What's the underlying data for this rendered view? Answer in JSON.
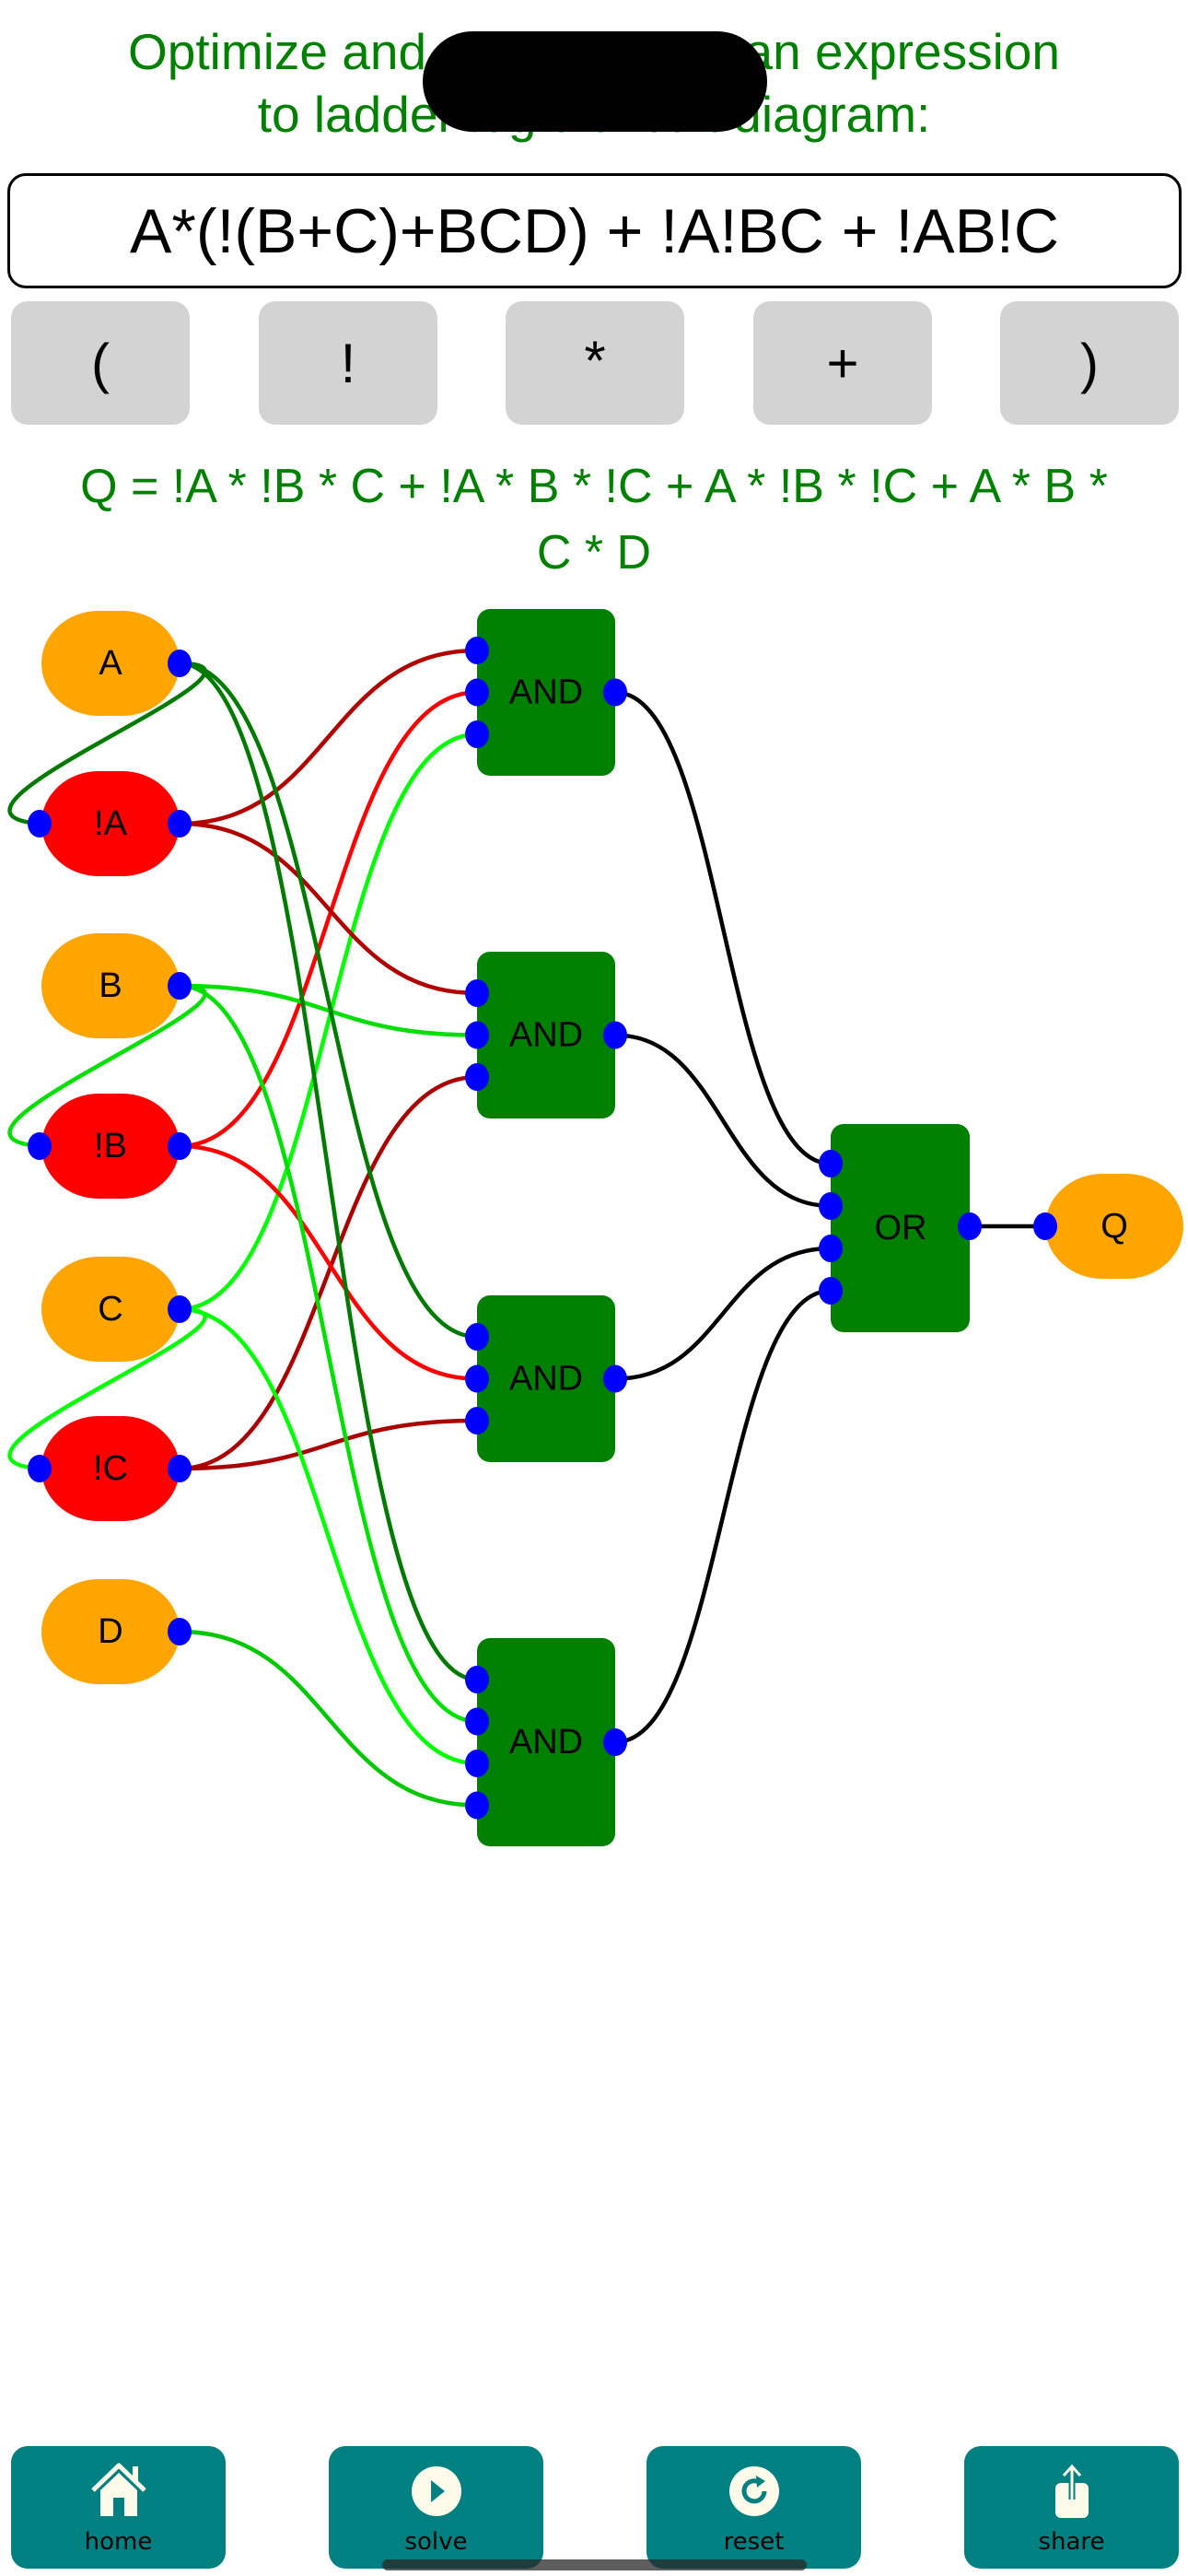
{
  "header": {
    "title_line1": "Optimize and convert boolean expression",
    "title_line2": "to ladder logic circuit diagram:"
  },
  "expression_input": {
    "value": "A*(!(B+C)+BCD) + !A!BC + !AB!C"
  },
  "operator_buttons": [
    "(",
    "!",
    "*",
    "+",
    ")"
  ],
  "result": {
    "line1": "Q = !A * !B * C + !A * B * !C + A * !B * !C + A * B *",
    "line2": "C * D"
  },
  "diagram": {
    "colors": {
      "input_node": "#ffa500",
      "negated_node": "#ff0000",
      "gate": "#008000",
      "pin": "#0000ff",
      "output_wire": "#000000"
    },
    "inputs": [
      {
        "id": "A",
        "label": "A",
        "negated": false,
        "wire": "#007a00"
      },
      {
        "id": "nA",
        "label": "!A",
        "negated": true,
        "source": "A",
        "wire": "#b00000"
      },
      {
        "id": "B",
        "label": "B",
        "negated": false,
        "wire": "#00e000"
      },
      {
        "id": "nB",
        "label": "!B",
        "negated": true,
        "source": "B",
        "wire": "#ff0000"
      },
      {
        "id": "C",
        "label": "C",
        "negated": false,
        "wire": "#00ff00"
      },
      {
        "id": "nC",
        "label": "!C",
        "negated": true,
        "source": "C",
        "wire": "#aa0000"
      },
      {
        "id": "D",
        "label": "D",
        "negated": false,
        "wire": "#00c800"
      }
    ],
    "and_gates": [
      {
        "label": "AND",
        "inputs": [
          "nA",
          "nB",
          "C"
        ]
      },
      {
        "label": "AND",
        "inputs": [
          "nA",
          "B",
          "nC"
        ]
      },
      {
        "label": "AND",
        "inputs": [
          "A",
          "nB",
          "nC"
        ]
      },
      {
        "label": "AND",
        "inputs": [
          "A",
          "B",
          "C",
          "D"
        ]
      }
    ],
    "or_gate": {
      "label": "OR"
    },
    "output": {
      "label": "Q"
    }
  },
  "bottom_nav": [
    {
      "label": "home",
      "icon": "house-icon"
    },
    {
      "label": "solve",
      "icon": "play-circle-icon"
    },
    {
      "label": "reset",
      "icon": "reset-arrow-icon"
    },
    {
      "label": "share",
      "icon": "share-icon"
    }
  ]
}
